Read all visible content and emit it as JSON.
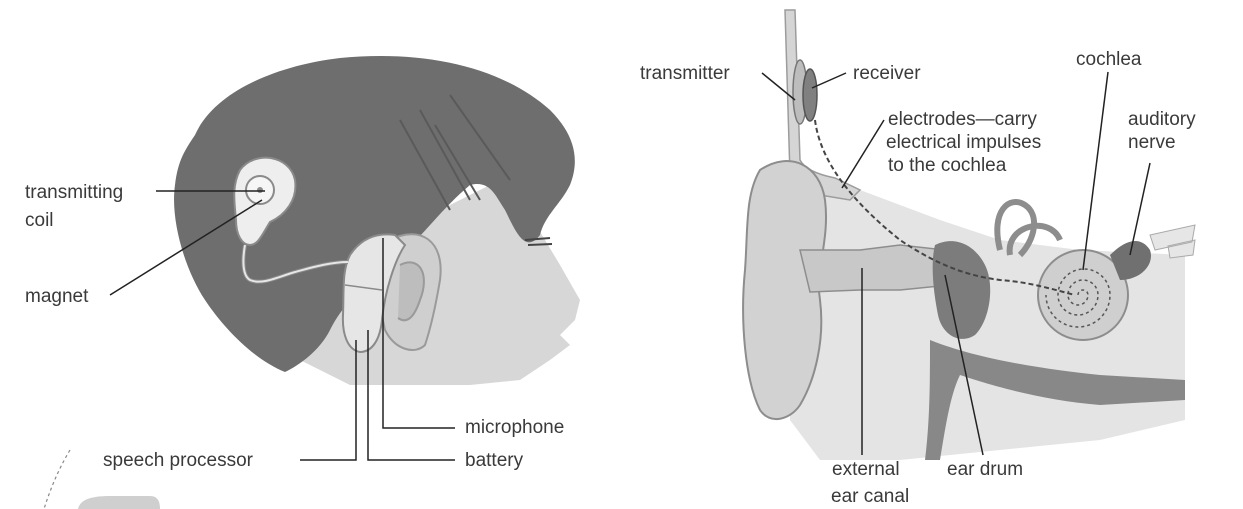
{
  "left_figure": {
    "labels": {
      "transmitting_coil_1": "transmitting",
      "transmitting_coil_2": "coil",
      "magnet": "magnet",
      "microphone": "microphone",
      "speech_processor": "speech processor",
      "battery": "battery"
    }
  },
  "right_figure": {
    "labels": {
      "transmitter": "transmitter",
      "receiver": "receiver",
      "cochlea": "cochlea",
      "electrodes_1": "electrodes—carry",
      "electrodes_2": "electrical impulses",
      "electrodes_3": "to the cochlea",
      "auditory_nerve_1": "auditory",
      "auditory_nerve_2": "nerve",
      "external_ear_canal_1": "external",
      "external_ear_canal_2": "ear canal",
      "ear_drum": "ear drum"
    }
  }
}
